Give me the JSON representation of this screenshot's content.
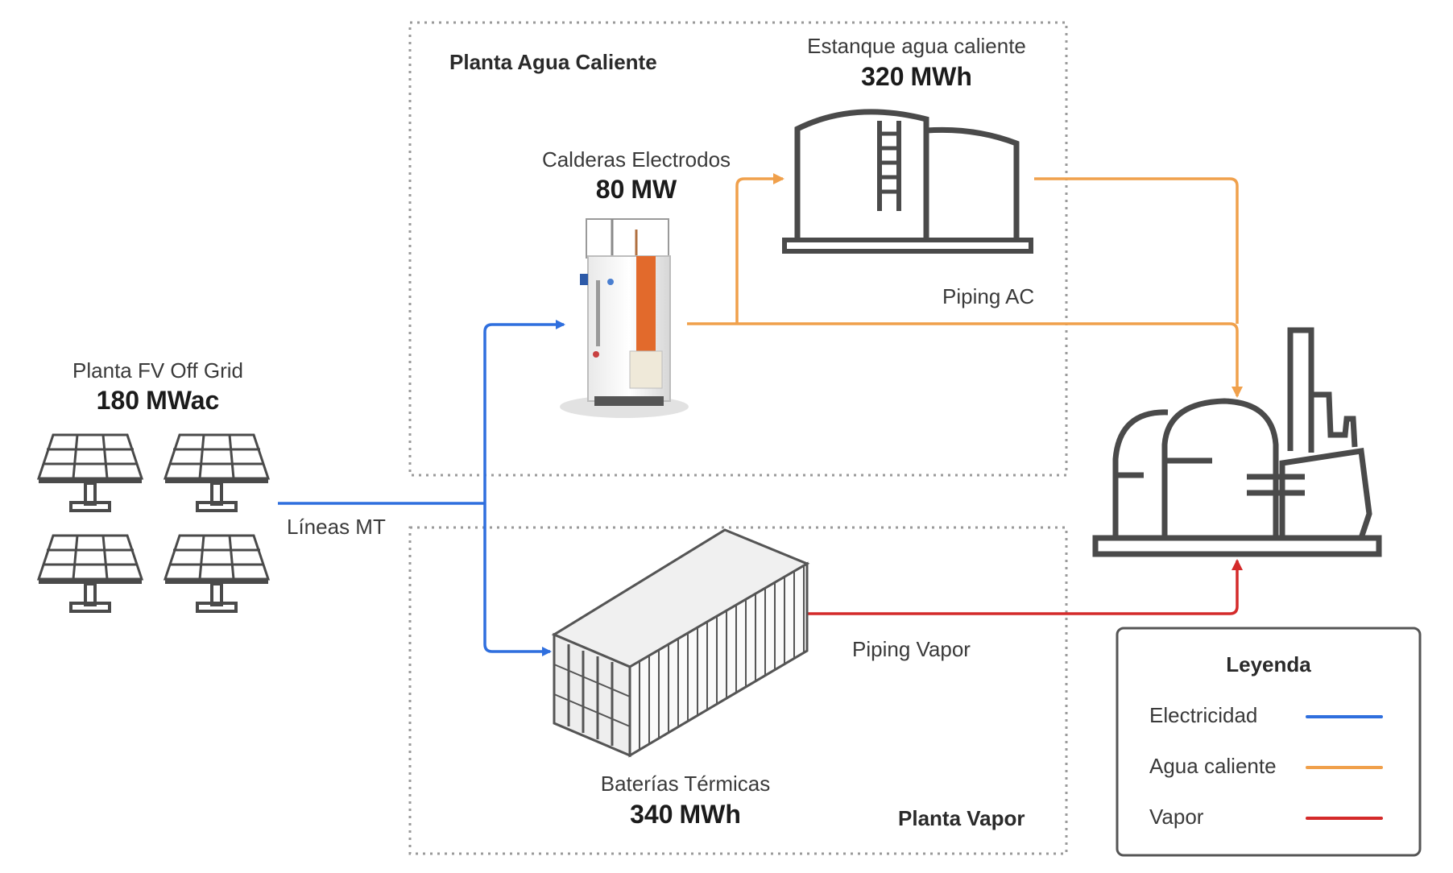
{
  "zones": {
    "hot_water": {
      "title": "Planta Agua Caliente"
    },
    "steam": {
      "title": "Planta Vapor"
    }
  },
  "pv_plant": {
    "title": "Planta FV Off Grid",
    "value": "180",
    "unit": "MWac"
  },
  "boilers": {
    "title": "Calderas Electrodos",
    "value": "80",
    "unit": "MW"
  },
  "tank": {
    "title": "Estanque agua caliente",
    "value": "320",
    "unit": "MWh"
  },
  "thermal_batteries": {
    "title": "Baterías Térmicas",
    "value": "340",
    "unit": "MWh"
  },
  "lines": {
    "mt": "Líneas MT",
    "piping_ac": "Piping AC",
    "piping_vapor": "Piping Vapor"
  },
  "legend": {
    "title": "Leyenda",
    "items": [
      {
        "label": "Electricidad",
        "color": "#2f6fde"
      },
      {
        "label": "Agua caliente",
        "color": "#f0a04b"
      },
      {
        "label": "Vapor",
        "color": "#d42a2a"
      }
    ]
  },
  "colors": {
    "electricity": "#2f6fde",
    "hot_water": "#f0a04b",
    "steam": "#d42a2a",
    "icon_gray": "#4a4a4a",
    "boiler_accent": "#e26a2c"
  },
  "icons": {
    "solar_panel": "solar-panel-icon",
    "boiler": "electrode-boiler",
    "tank": "storage-tank-icon",
    "container": "thermal-battery-container",
    "factory": "industrial-plant-icon"
  }
}
